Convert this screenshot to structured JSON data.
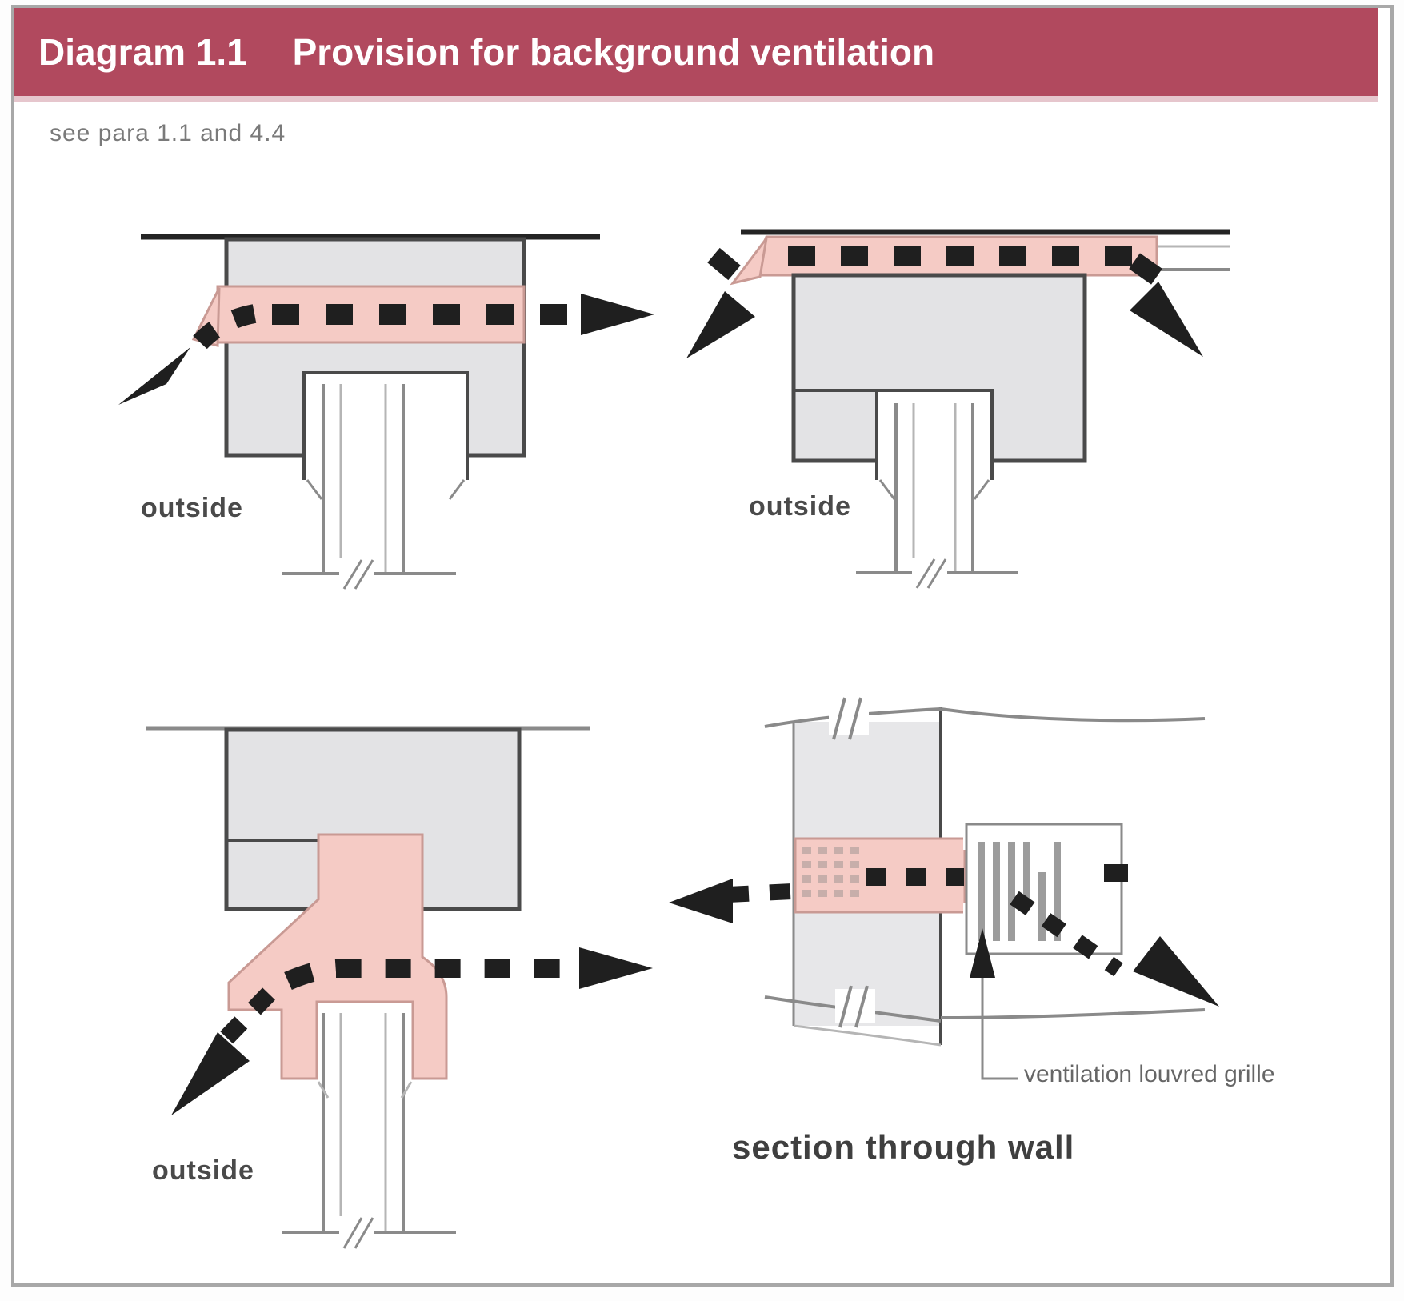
{
  "header": {
    "prefix": "Diagram 1.1",
    "title": "Provision for background ventilation"
  },
  "reference_note": "see para 1.1 and 4.4",
  "labels": {
    "outside_top_left": "outside",
    "outside_top_right": "outside",
    "outside_bottom_left": "outside",
    "section_caption": "section through wall",
    "grille_annotation": "ventilation louvred grille"
  },
  "colors": {
    "banner_background": "#b1495e",
    "banner_text": "#ffffff",
    "ventilator_pink": "#f5cbc5",
    "ventilator_pink_border": "#c99a94",
    "frame_gray": "#e3e3e5",
    "frame_outline": "#4a4a4a",
    "line_dark": "#242424",
    "line_medium": "#8a8a8a",
    "line_light": "#b5b5b5",
    "airflow_black": "#1f1f1f",
    "label_text": "#4a4a4a",
    "annotation_text": "#666666",
    "page_border": "#a8a8a8"
  }
}
